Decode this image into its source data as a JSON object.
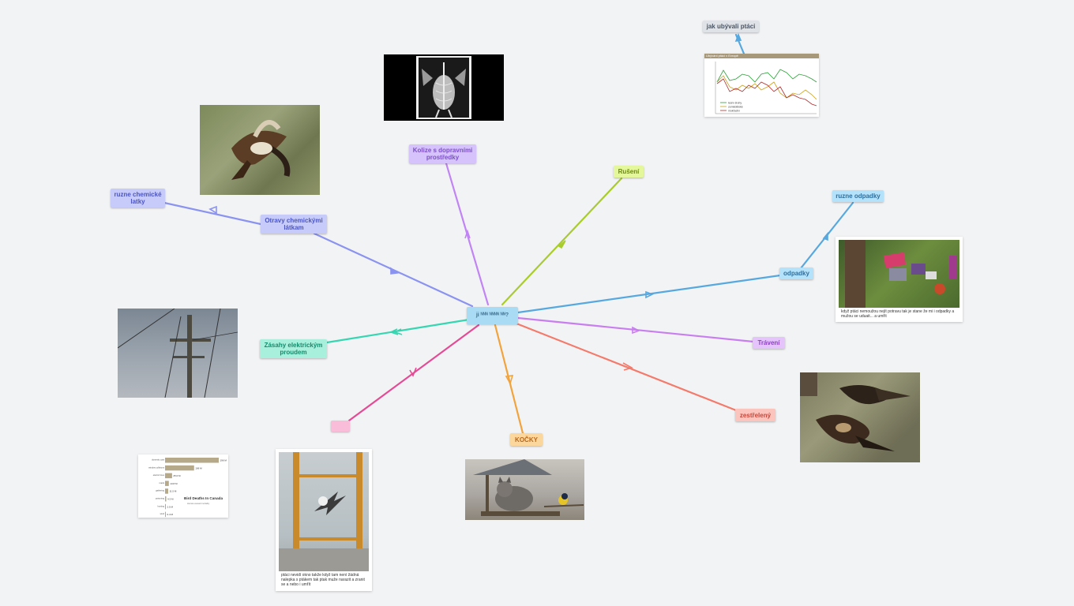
{
  "center": {
    "label": "ji ᴺᴺᴺ ᴺᴺᴺᴺ ᴺᴺ?"
  },
  "branches": {
    "kolize": "Kolize s dopravními prostředky",
    "otravy": "Otravy chemickými látkam",
    "chemicke": "ruzne chemické latky",
    "elektrika": "Zásahy elektrickým proudem",
    "pink_small": "???",
    "kocky": "KOČKY",
    "zastreleny": "zestřelený",
    "traveni": "Trávení",
    "odpadky": "odpadky",
    "ruzne_odpadky": "ruzne odpadky",
    "ruseni": "Rušení",
    "jak_ubyvali": "jak ubývali ptáci"
  },
  "captions": {
    "trash": "když ptáci nemoužou nejít potravu tak je stane že mi i odpadky a mužou se uduait... a umřít",
    "window": "ptáci nevidí okno takže když tam není žádná nalepka s ptákem tak ptak muže narazit a zranit se a nebo i umřít"
  },
  "colors": {
    "blue_violet": "#8b93f0",
    "lavender": "#c184f5",
    "lime": "#a9cc2c",
    "sky": "#56a8df",
    "purple": "#c97ef0",
    "salmon": "#f47a6b",
    "orange": "#f2a33c",
    "pink": "#e54a95",
    "teal": "#35d6b1"
  },
  "line_chart": {
    "title": "Ubýváni ptáci v Evropě",
    "legend": [
      "lesní druhy",
      "zemědělské",
      "mokřadní"
    ]
  },
  "bar_chart": {
    "title": "Bird Deaths In Canada",
    "subtitle": "Human-caused mortality",
    "categories": [
      "domestic cats",
      "window collisions",
      "electric lines",
      "roads",
      "gathering",
      "poisoning",
      "hunting",
      "wind"
    ],
    "values_label": [
      "196 M",
      "106 M",
      "25.6 M",
      "13.8 M",
      "11.5 M",
      "4.3 M",
      "2.5 M",
      "0.4 M"
    ],
    "values": [
      196,
      106,
      25.6,
      13.8,
      11.5,
      4.3,
      2.5,
      0.4
    ]
  },
  "icons": {
    "bird_xray": "bird-xray-icon",
    "dead_bird": "dead-hawk-icon",
    "power_pole": "power-pole-icon",
    "cat_feeder": "cat-at-feeder-icon",
    "window_sticker": "window-bird-sticker-icon",
    "trash_forest": "trash-in-forest-icon",
    "shot_birds": "shot-birds-icon"
  }
}
